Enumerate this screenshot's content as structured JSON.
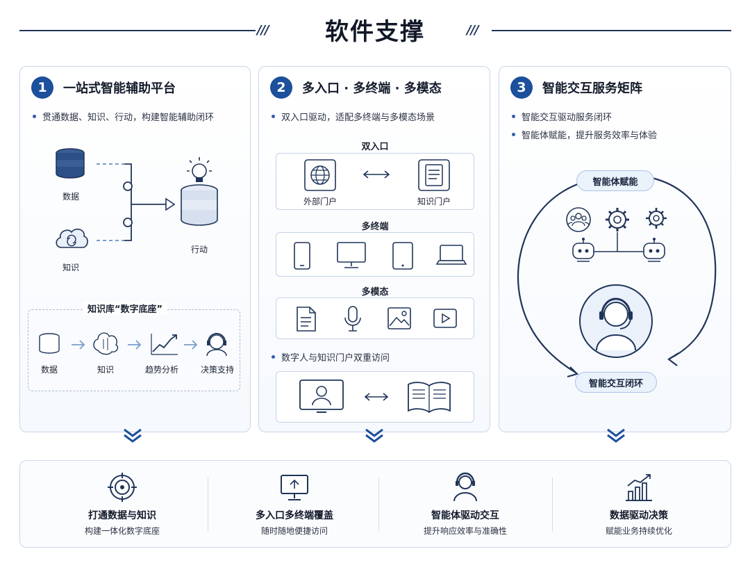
{
  "header": {
    "title": "软件支撑",
    "slash_mark": "///"
  },
  "panels": [
    {
      "number": "1",
      "title": "一站式智能辅助平台",
      "bullets": [
        "贯通数据、知识、行动，构建智能辅助闭环"
      ],
      "flow": {
        "data": "数据",
        "knowledge": "知识",
        "action": "行动"
      },
      "kb": {
        "title": "知识库“数字底座”",
        "steps": [
          "数据",
          "知识",
          "趋势分析",
          "决策支持"
        ]
      }
    },
    {
      "number": "2",
      "title": "多入口 · 多终端 · 多模态",
      "bullets": [
        "双入口驱动，适配多终端与多模态场景"
      ],
      "dual_entry": {
        "label": "双入口",
        "left": "外部门户",
        "right": "知识门户"
      },
      "multi_terminal": {
        "label": "多终端"
      },
      "multi_modal": {
        "label": "多模态"
      },
      "digital_human": {
        "label": "数字人与知识门户双重访问"
      }
    },
    {
      "number": "3",
      "title": "智能交互服务矩阵",
      "bullets": [
        "智能交互驱动服务闭环",
        "智能体赋能，提升服务效率与体验"
      ],
      "top_pill": "智能体赋能",
      "bottom_pill": "智能交互闭环"
    }
  ],
  "bottom": [
    {
      "icon": "target-icon",
      "title": "打通数据与知识",
      "subtitle": "构建一体化数字底座"
    },
    {
      "icon": "monitor-icon",
      "title": "多入口多终端覆盖",
      "subtitle": "随时随地便捷访问"
    },
    {
      "icon": "agent-icon",
      "title": "智能体驱动交互",
      "subtitle": "提升响应效率与准确性"
    },
    {
      "icon": "bar-chart-icon",
      "title": "数据驱动决策",
      "subtitle": "赋能业务持续优化"
    }
  ],
  "colors": {
    "primary": "#1c4f9c",
    "dark": "#1f3458",
    "border": "#c8d6ea",
    "light": "#eaf2fc"
  }
}
